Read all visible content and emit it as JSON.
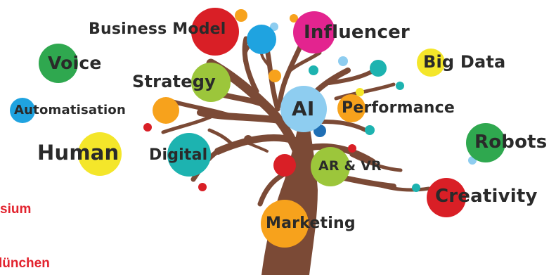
{
  "keywords": {
    "business_model": "Business Model",
    "influencer": "Influencer",
    "voice": "Voice",
    "big_data": "Big Data",
    "strategy": "Strategy",
    "automatisation": "Automatisation",
    "ai": "AI",
    "performance": "Performance",
    "robots": "Robots",
    "human": "Human",
    "digital": "Digital",
    "ar_vr": "AR & VR",
    "creativity": "Creativity",
    "marketing": "Marketing"
  },
  "side_text": {
    "line1": "sium",
    "line2": "lünchen"
  },
  "colors": {
    "trunk": "#7b4a36",
    "red": "#d91f26",
    "pink": "#e3248f",
    "blue": "#1fa3e0",
    "light_blue": "#8ecdf0",
    "green": "#2fa84f",
    "lime": "#9cc63b",
    "yellow": "#f4e62a",
    "orange": "#f7a21c",
    "teal": "#1db3b0",
    "dark_blue": "#1f6fb5",
    "side_text": "#e2232e"
  }
}
